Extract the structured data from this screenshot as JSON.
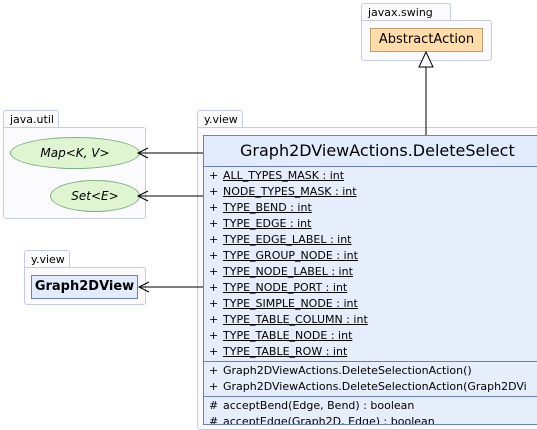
{
  "packages": {
    "javax_swing": {
      "label": "javax.swing",
      "class": "AbstractAction"
    },
    "java_util": {
      "label": "java.util",
      "items": [
        "Map<K, V>",
        "Set<E>"
      ]
    },
    "y_view_small": {
      "label": "y.view",
      "class": "Graph2DView"
    },
    "y_view_main": {
      "label": "y.view"
    }
  },
  "main_class": {
    "title": "Graph2DViewActions.DeleteSelect",
    "fields": [
      {
        "vis": "+",
        "text": "ALL_TYPES_MASK : int"
      },
      {
        "vis": "+",
        "text": "NODE_TYPES_MASK : int"
      },
      {
        "vis": "+",
        "text": "TYPE_BEND : int"
      },
      {
        "vis": "+",
        "text": "TYPE_EDGE : int"
      },
      {
        "vis": "+",
        "text": "TYPE_EDGE_LABEL : int"
      },
      {
        "vis": "+",
        "text": "TYPE_GROUP_NODE : int"
      },
      {
        "vis": "+",
        "text": "TYPE_NODE_LABEL : int"
      },
      {
        "vis": "+",
        "text": "TYPE_NODE_PORT : int"
      },
      {
        "vis": "+",
        "text": "TYPE_SIMPLE_NODE : int"
      },
      {
        "vis": "+",
        "text": "TYPE_TABLE_COLUMN : int"
      },
      {
        "vis": "+",
        "text": "TYPE_TABLE_NODE : int"
      },
      {
        "vis": "+",
        "text": "TYPE_TABLE_ROW : int"
      }
    ],
    "constructors": [
      {
        "vis": "+",
        "text": "Graph2DViewActions.DeleteSelectionAction()"
      },
      {
        "vis": "+",
        "text": "Graph2DViewActions.DeleteSelectionAction(Graph2DVi"
      }
    ],
    "methods": [
      {
        "vis": "#",
        "text": "acceptBend(Edge, Bend) : boolean"
      },
      {
        "vis": "#",
        "text": "acceptEdge(Graph2D, Edge) : boolean"
      }
    ]
  },
  "colors": {
    "abstract_action_fill": "#ffdca8",
    "interface_fill": "#dff5d2",
    "main_fill": "#e6eefc",
    "border": "#6a7fbf"
  }
}
